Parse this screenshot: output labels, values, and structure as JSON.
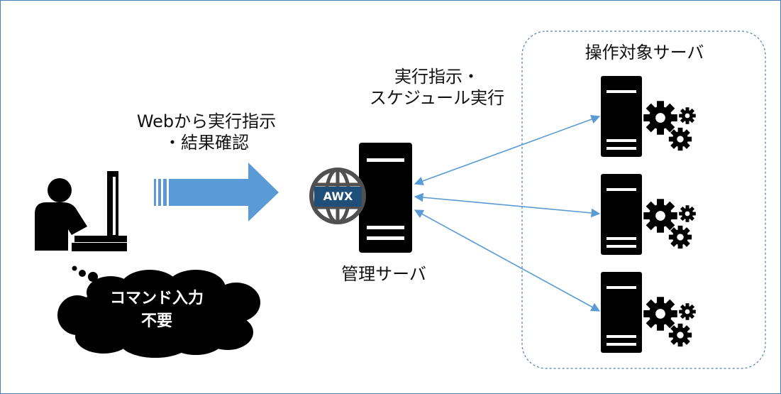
{
  "diagram": {
    "user_action_label": [
      "Webから実行指示",
      "・結果確認"
    ],
    "thought_bubble_text": [
      "コマンド入力",
      "不要"
    ],
    "awx_badge": "AWX",
    "management_server_label": "管理サーバ",
    "instruction_label": [
      "実行指示・",
      "スケジュール実行"
    ],
    "target_group_label": "操作対象サーバ",
    "colors": {
      "border": "#4a7fb5",
      "arrow": "#5b9bd5",
      "connector": "#5b9bd5",
      "icon": "#000000",
      "badge": "#1f4e79",
      "group_outline": "#4a7fb5"
    }
  }
}
